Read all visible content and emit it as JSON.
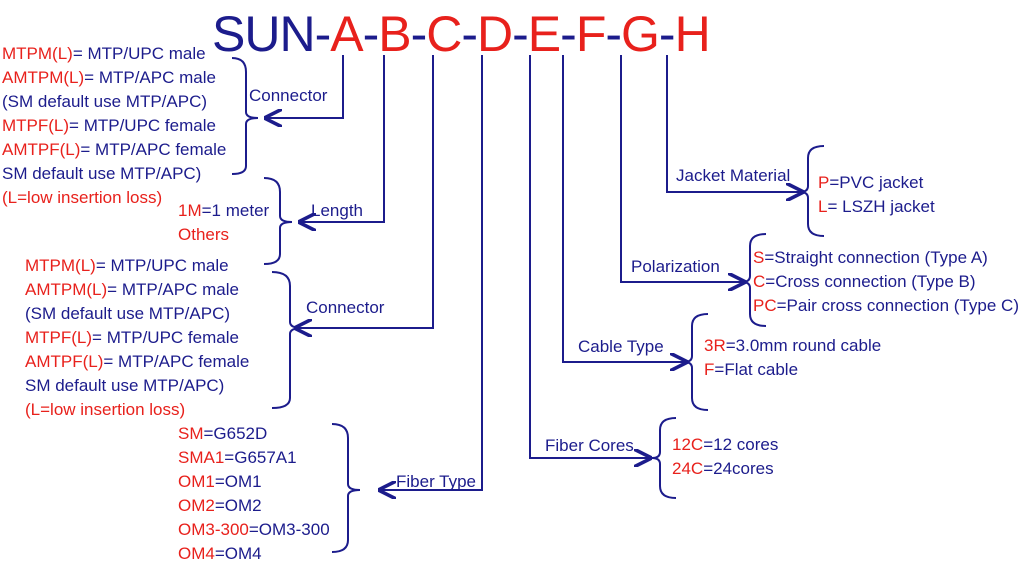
{
  "colors": {
    "navy": "#1c1c8c",
    "red": "#e8211c"
  },
  "code": {
    "prefix": "SUN",
    "parts": [
      {
        "sep": "-",
        "letter": "A"
      },
      {
        "sep": "-",
        "letter": "B"
      },
      {
        "sep": "-",
        "letter": "C"
      },
      {
        "sep": "-",
        "letter": "D"
      },
      {
        "sep": "-",
        "letter": "E"
      },
      {
        "sep": "-",
        "letter": "F"
      },
      {
        "sep": "-",
        "letter": "G"
      },
      {
        "sep": "-",
        "letter": "H"
      }
    ]
  },
  "groups": {
    "a": {
      "label": "Connector",
      "items": [
        {
          "code": "MTPM(L)",
          "desc": "= MTP/UPC male"
        },
        {
          "code": "AMTPM(L)",
          "desc": "= MTP/APC male"
        },
        {
          "code": "",
          "desc": "(SM default use MTP/APC)"
        },
        {
          "code": "MTPF(L)",
          "desc": "= MTP/UPC female"
        },
        {
          "code": "AMTPF(L)",
          "desc": "= MTP/APC female"
        },
        {
          "code": "",
          "desc": "SM default use MTP/APC)"
        },
        {
          "code": "(L=low insertion loss)",
          "desc": ""
        }
      ]
    },
    "b": {
      "label": "Length",
      "items": [
        {
          "code": "1M",
          "desc": "=1 meter"
        },
        {
          "code": "Others",
          "desc": ""
        }
      ]
    },
    "c": {
      "label": "Connector",
      "items": [
        {
          "code": "MTPM(L)",
          "desc": "= MTP/UPC male"
        },
        {
          "code": "AMTPM(L)",
          "desc": "= MTP/APC male"
        },
        {
          "code": "",
          "desc": "(SM default use MTP/APC)"
        },
        {
          "code": "MTPF(L)",
          "desc": "= MTP/UPC female"
        },
        {
          "code": "AMTPF(L)",
          "desc": "= MTP/APC female"
        },
        {
          "code": "",
          "desc": "SM default use MTP/APC)"
        },
        {
          "code": "(L=low insertion loss)",
          "desc": ""
        }
      ]
    },
    "d": {
      "label": "Fiber Type",
      "items": [
        {
          "code": "SM",
          "desc": "=G652D"
        },
        {
          "code": "SMA1",
          "desc": "=G657A1"
        },
        {
          "code": "OM1",
          "desc": "=OM1"
        },
        {
          "code": "OM2",
          "desc": "=OM2"
        },
        {
          "code": "OM3-300",
          "desc": "=OM3-300"
        },
        {
          "code": "OM4",
          "desc": "=OM4"
        }
      ]
    },
    "e": {
      "label": "Fiber Cores",
      "items": [
        {
          "code": "12C",
          "desc": "=12 cores"
        },
        {
          "code": "24C",
          "desc": "=24cores"
        }
      ]
    },
    "f": {
      "label": "Cable Type",
      "items": [
        {
          "code": "3R",
          "desc": "=3.0mm round cable"
        },
        {
          "code": "F",
          "desc": "=Flat cable"
        }
      ]
    },
    "g": {
      "label": "Polarization",
      "items": [
        {
          "code": "S",
          "desc": "=Straight connection (Type A)"
        },
        {
          "code": "C",
          "desc": "=Cross connection (Type B)"
        },
        {
          "code": "PC",
          "desc": "=Pair cross connection (Type C)"
        }
      ]
    },
    "h": {
      "label": "Jacket Material",
      "items": [
        {
          "code": "P",
          "desc": "=PVC jacket"
        },
        {
          "code": "L",
          "desc": "= LSZH jacket"
        }
      ]
    }
  }
}
